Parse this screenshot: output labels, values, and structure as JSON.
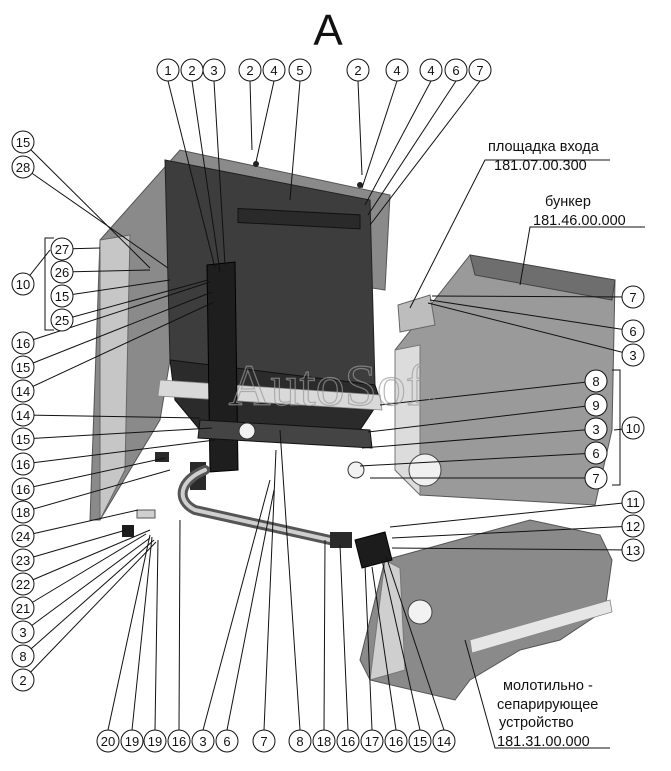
{
  "view_label": "А",
  "watermark": "AutoSoft",
  "labels": {
    "platform_name": "площадка входа",
    "platform_code": "181.07.00.300",
    "hopper_name": "бункер",
    "hopper_code": "181.46.00.000",
    "thresher_line1": "молотильно -",
    "thresher_line2": "сепарирующее",
    "thresher_line3": "устройство",
    "thresher_code": "181.31.00.000"
  },
  "callouts_top": [
    "1",
    "2",
    "3",
    "2",
    "4",
    "5",
    "2",
    "4",
    "4",
    "6",
    "7"
  ],
  "callouts_left": [
    "15",
    "28",
    "27",
    "26",
    "15",
    "25",
    "10",
    "16",
    "15",
    "14",
    "14",
    "15",
    "16",
    "16",
    "18",
    "24",
    "23",
    "22",
    "21",
    "3",
    "8",
    "2"
  ],
  "callouts_right": [
    "7",
    "6",
    "3",
    "8",
    "9",
    "3",
    "6",
    "7",
    "10",
    "11",
    "12",
    "13"
  ],
  "callouts_bottom": [
    "20",
    "19",
    "19",
    "16",
    "3",
    "6",
    "7",
    "8",
    "18",
    "16",
    "17",
    "16",
    "15",
    "14"
  ],
  "colors": {
    "line": "#111111",
    "part_dark": "#3a3a3a",
    "part_mid": "#7a7a7a",
    "part_light": "#c8c8c8",
    "watermark": "#9a9a9a"
  }
}
